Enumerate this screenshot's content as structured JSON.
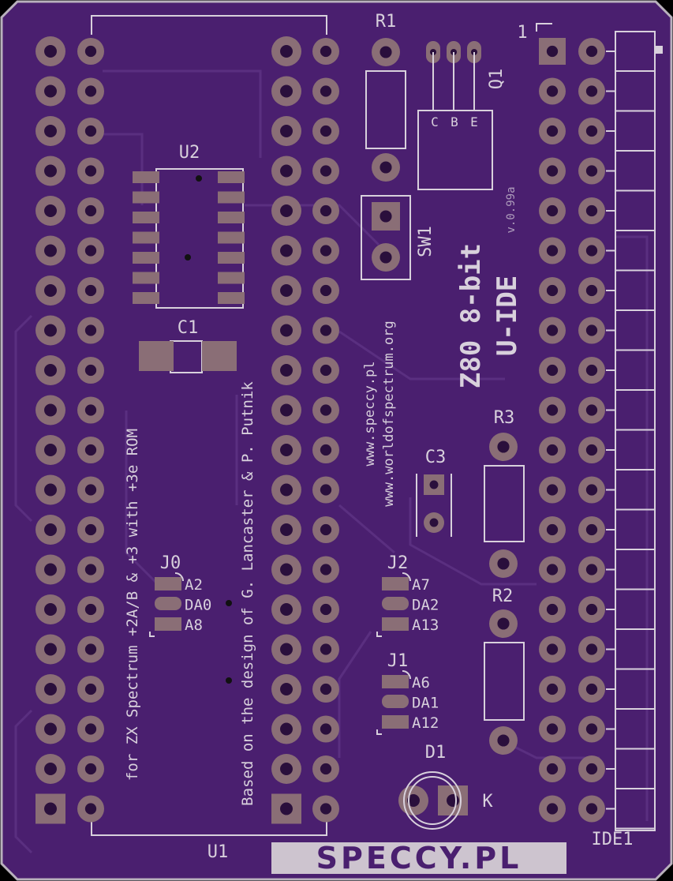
{
  "colors": {
    "board": "#4a1f6f",
    "board_edge": "#b9b1bd",
    "silk": "#d8d0dc",
    "copper": "#8a6e76",
    "pad_hole": "#2a0f3c",
    "trace": "#5a2f80"
  },
  "refs": {
    "u1": "U1",
    "u2": "U2",
    "c1": "C1",
    "c3": "C3",
    "r1": "R1",
    "r2": "R2",
    "r3": "R3",
    "q1": "Q1",
    "sw1": "SW1",
    "d1": "D1",
    "ide1": "IDE1",
    "j0": "J0",
    "j1": "J1",
    "j2": "J2",
    "pin1": "1",
    "k": "K"
  },
  "q1_pins": {
    "c": "C",
    "b": "B",
    "e": "E"
  },
  "j0": {
    "top": "A2",
    "mid": "DA0",
    "bot": "A8"
  },
  "j1": {
    "top": "A6",
    "mid": "DA1",
    "bot": "A12"
  },
  "j2": {
    "top": "A7",
    "mid": "DA2",
    "bot": "A13"
  },
  "title_line1": "Z80 8-bit",
  "title_line2": "U-IDE",
  "version": "v.0.99a",
  "url1": "www.speccy.pl",
  "url2": "www.worldofspectrum.org",
  "credit": "Based on the design of G. Lancaster & P. Putnik",
  "target": "for ZX Spectrum +2A/B & +3 with +3e ROM",
  "logo": "SPECCY.PL"
}
